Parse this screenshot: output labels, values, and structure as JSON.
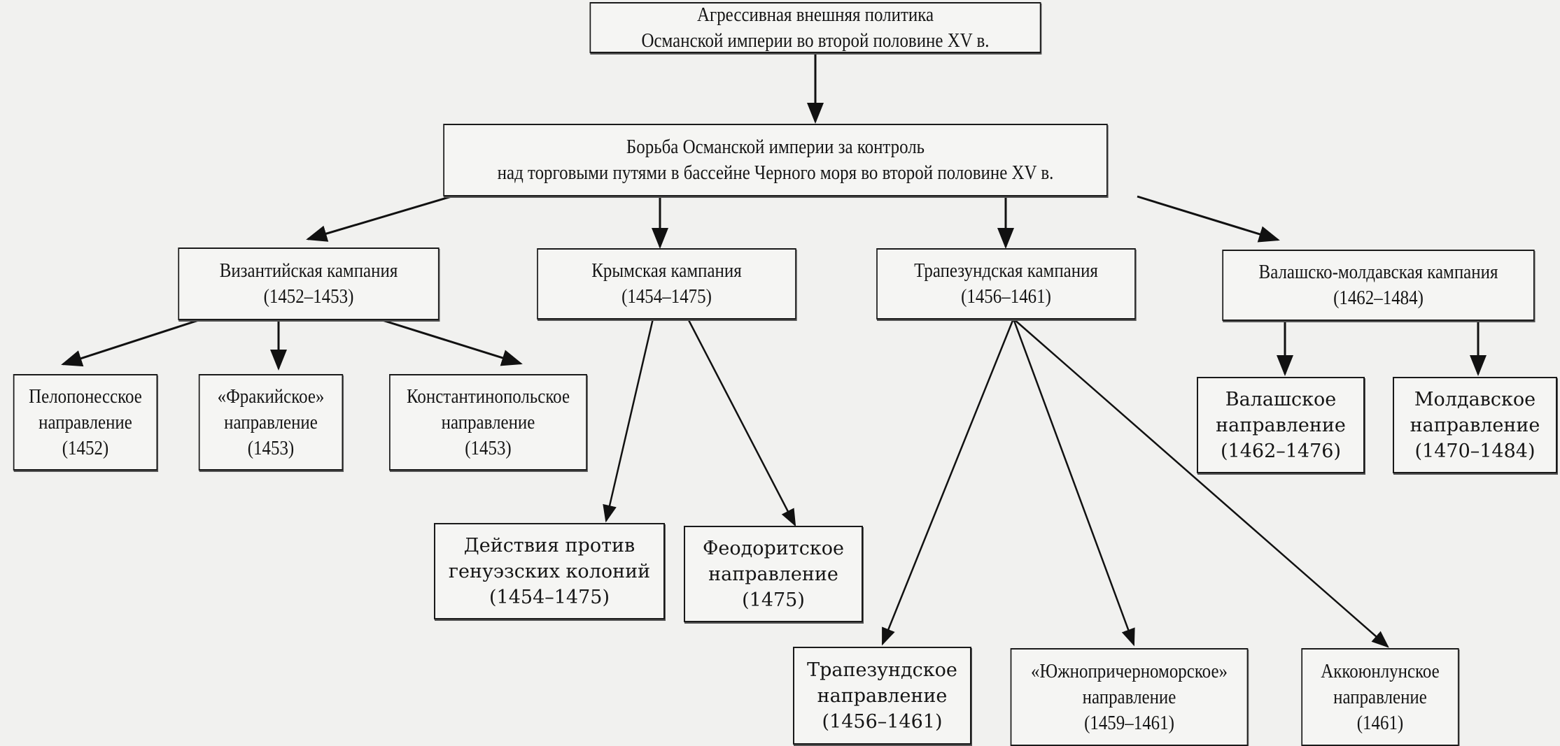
{
  "diagram": {
    "root": {
      "id": "root",
      "lines": [
        "Агрессивная внешняя политика",
        "Османской империи во второй половине XV в."
      ]
    },
    "level1": {
      "id": "struggle",
      "lines": [
        "Борьба Османской империи за контроль",
        "над торговыми путями в бассейне Черного моря во второй половине XV в."
      ]
    },
    "campaigns": [
      {
        "id": "byzantine",
        "lines": [
          "Византийская кампания",
          "(1452–1453)"
        ]
      },
      {
        "id": "crimean",
        "lines": [
          "Крымская кампания",
          "(1454–1475)"
        ]
      },
      {
        "id": "trebizond",
        "lines": [
          "Трапезундская кампания",
          "(1456–1461)"
        ]
      },
      {
        "id": "wallach-moldav",
        "lines": [
          "Валашско-молдавская кампания",
          "(1462–1484)"
        ]
      }
    ],
    "directions": [
      {
        "id": "peloponnese",
        "parent": "byzantine",
        "lines": [
          "Пелопонесское",
          "направление",
          "(1452)"
        ]
      },
      {
        "id": "thracian",
        "parent": "byzantine",
        "lines": [
          "«Фракийское»",
          "направление",
          "(1453)"
        ]
      },
      {
        "id": "constantinople",
        "parent": "byzantine",
        "lines": [
          "Константинопольское",
          "направление",
          "(1453)"
        ]
      },
      {
        "id": "genoese",
        "parent": "crimean",
        "lines": [
          "Действия против",
          "генуэзских колоний",
          "(1454–1475)"
        ]
      },
      {
        "id": "theodoro",
        "parent": "crimean",
        "lines": [
          "Феодоритское",
          "направление",
          "(1475)"
        ]
      },
      {
        "id": "trebizond-dir",
        "parent": "trebizond",
        "lines": [
          "Трапезундское",
          "направление",
          "(1456–1461)"
        ]
      },
      {
        "id": "south-blacksea",
        "parent": "trebizond",
        "lines": [
          "«Южнопричерноморское»",
          "направление",
          "(1459–1461)"
        ]
      },
      {
        "id": "akkoyunlu",
        "parent": "trebizond",
        "lines": [
          "Аккоюнлунское",
          "направление",
          "(1461)"
        ]
      },
      {
        "id": "wallachian",
        "parent": "wallach-moldav",
        "lines": [
          "Валашское",
          "направление",
          "(1462–1476)"
        ]
      },
      {
        "id": "moldavian",
        "parent": "wallach-moldav",
        "lines": [
          "Молдавское",
          "направление",
          "(1470–1484)"
        ]
      }
    ],
    "edges": [
      [
        "root",
        "struggle"
      ],
      [
        "struggle",
        "byzantine"
      ],
      [
        "struggle",
        "crimean"
      ],
      [
        "struggle",
        "trebizond"
      ],
      [
        "struggle",
        "wallach-moldav"
      ],
      [
        "byzantine",
        "peloponnese"
      ],
      [
        "byzantine",
        "thracian"
      ],
      [
        "byzantine",
        "constantinople"
      ],
      [
        "crimean",
        "genoese"
      ],
      [
        "crimean",
        "theodoro"
      ],
      [
        "trebizond",
        "trebizond-dir"
      ],
      [
        "trebizond",
        "south-blacksea"
      ],
      [
        "trebizond",
        "akkoyunlu"
      ],
      [
        "wallach-moldav",
        "wallachian"
      ],
      [
        "wallach-moldav",
        "moldavian"
      ]
    ]
  }
}
